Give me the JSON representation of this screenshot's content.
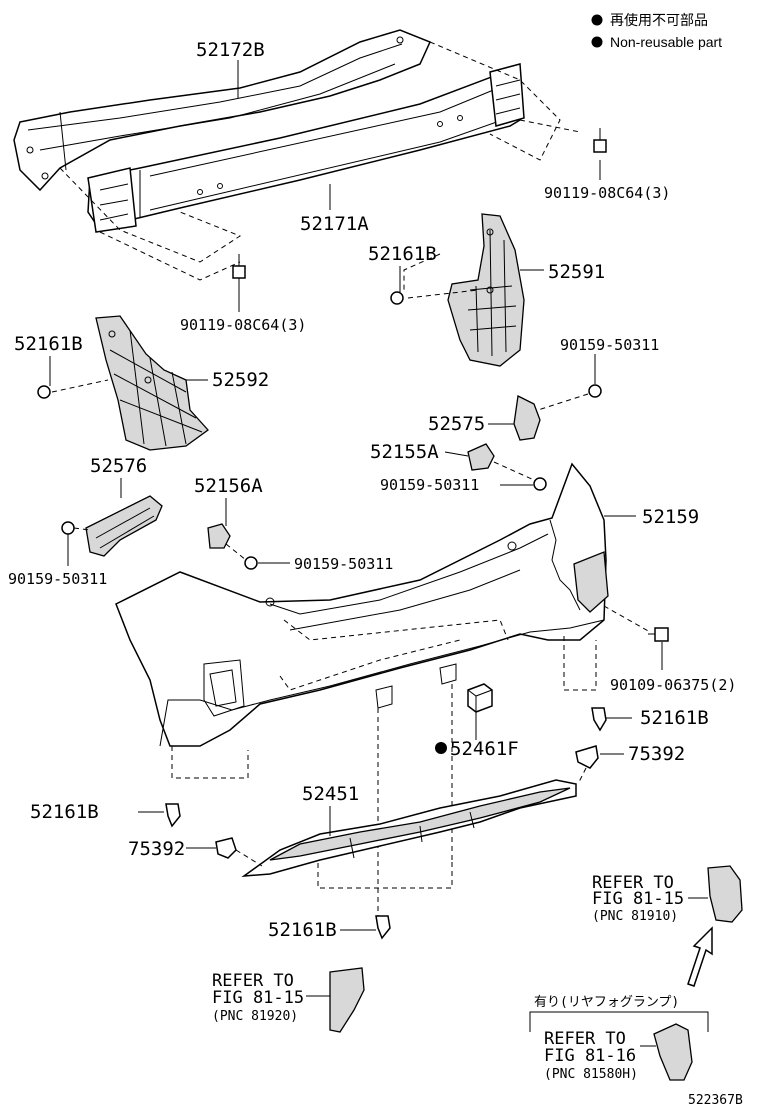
{
  "legend": {
    "jp": "再使用不可部品",
    "en": "Non-reusable part"
  },
  "parts": {
    "reinforcement_upper": "52172B",
    "reinforcement_lower": "52171A",
    "bolt_right_top": "90119-08C64(3)",
    "bolt_left_mid": "90119-08C64(3)",
    "clip_right_upper": "52161B",
    "retainer_right": "52591",
    "clip_left_upper": "52161B",
    "retainer_left": "52592",
    "screw_right_upper": "90159-50311",
    "support_right": "52575",
    "bracket_left": "52576",
    "spacer_right": "52155A",
    "screw_right_mid": "90159-50311",
    "spacer_left": "52156A",
    "screw_left_bracket": "90159-50311",
    "screw_left_spacer": "90159-50311",
    "bumper_cover": "52159",
    "bolt_right_lower": "90109-06375(2)",
    "clip_right_lower": "52161B",
    "pad": "52461F",
    "cover_lower_right": "75392",
    "clip_left_lower": "52161B",
    "lower_cover": "52451",
    "cover_lower_left": "75392",
    "clip_bottom": "52161B"
  },
  "refs": [
    {
      "line1": "REFER TO",
      "line2": "FIG 81-15",
      "pnc": "(PNC 81910)"
    },
    {
      "line1": "REFER TO",
      "line2": "FIG 81-15",
      "pnc": "(PNC 81920)"
    },
    {
      "line1": "REFER TO",
      "line2": "FIG 81-16",
      "pnc": "(PNC 81580H)"
    }
  ],
  "option_note": "有り(リヤフォグランプ)",
  "diagram_number": "522367B"
}
